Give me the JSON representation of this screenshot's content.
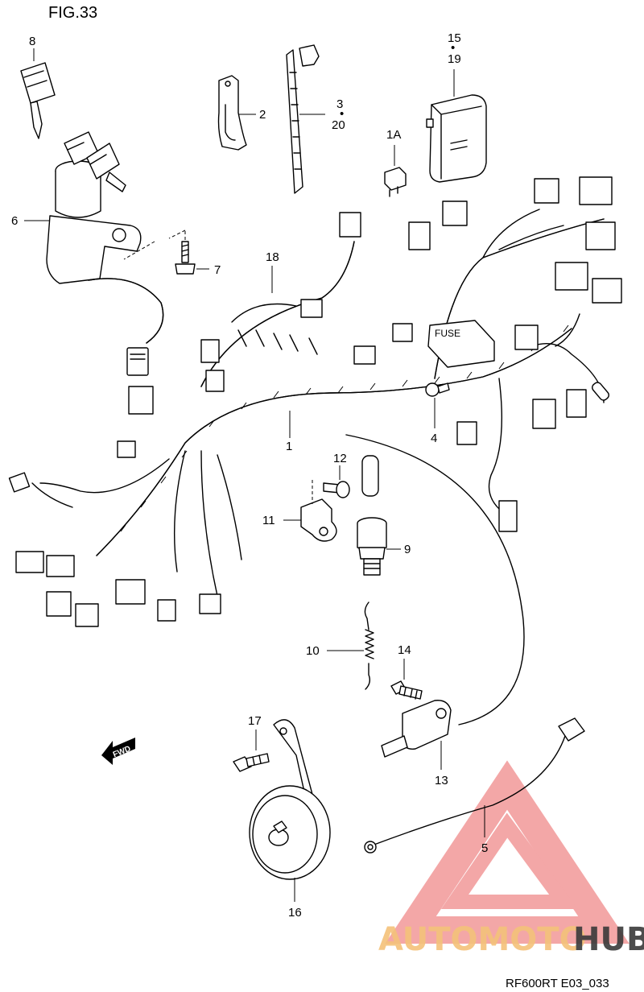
{
  "figure_title": "FIG.33",
  "drawing_code": "RF600RT E03_033",
  "fwd_label": "FWD",
  "fuse_label": "FUSE",
  "part_labels": {
    "p1": "1",
    "p1A": "1A",
    "p2": "2",
    "p3": "3",
    "p20": "20",
    "p4": "4",
    "p5": "5",
    "p6": "6",
    "p7": "7",
    "p8": "8",
    "p9": "9",
    "p10": "10",
    "p11": "11",
    "p12": "12",
    "p13": "13",
    "p14": "14",
    "p15": "15",
    "p19": "19",
    "p16": "16",
    "p17": "17",
    "p18": "18"
  },
  "watermark": {
    "text_a": "AUTOMOTO",
    "text_b": "HUB",
    "color_a": "#f4c27a",
    "color_b": "#3a3a3a",
    "logo_color": "#f08a8a"
  }
}
